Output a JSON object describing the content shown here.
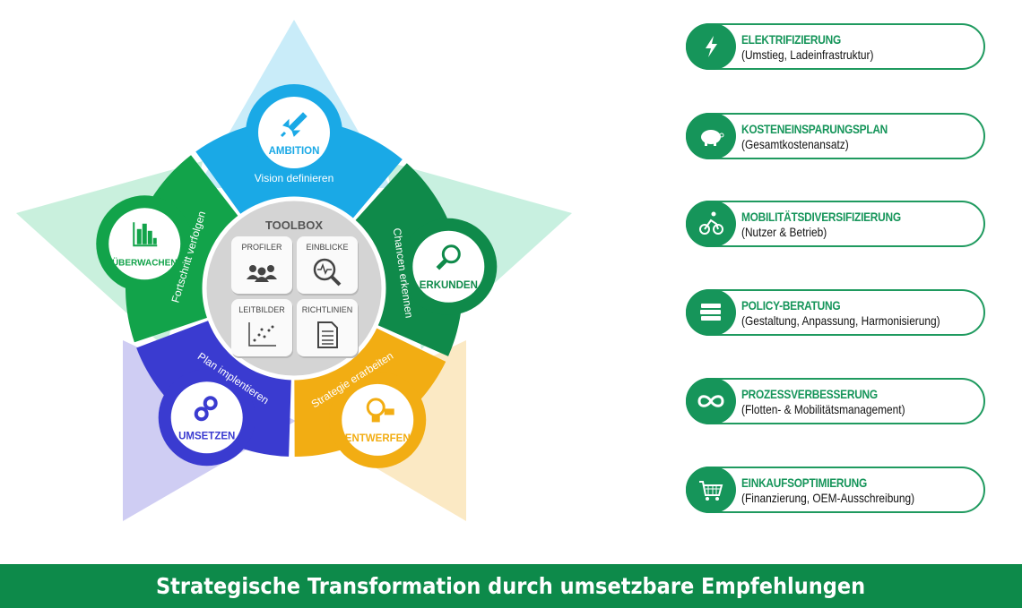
{
  "colors": {
    "ambition": "#1aa9e6",
    "erkunden": "#0f8a4a",
    "entwerfen": "#f2ad13",
    "umsetzen": "#3a3bd0",
    "ueberwachen": "#12a34a",
    "brand_green": "#16955a",
    "band": "#0d8a4a"
  },
  "cycle": {
    "toolbox": {
      "title": "TOOLBOX",
      "tiles": [
        {
          "label": "PROFILER",
          "icon": "people-group-icon"
        },
        {
          "label": "EINBLICKE",
          "icon": "magnifier-pulse-icon"
        },
        {
          "label": "LEITBILDER",
          "icon": "scatter-plot-icon"
        },
        {
          "label": "RICHTLINIEN",
          "icon": "document-icon"
        }
      ]
    },
    "stages": [
      {
        "name": "AMBITION",
        "action": "Vision definieren",
        "icon": "rocket-icon"
      },
      {
        "name": "ERKUNDEN",
        "action": "Chancen erkennen",
        "icon": "magnifier-icon"
      },
      {
        "name": "ENTWERFEN",
        "action": "Strategie erarbeiten",
        "icon": "lightbulb-icon"
      },
      {
        "name": "UMSETZEN",
        "action": "Plan implentieren",
        "icon": "gears-icon"
      },
      {
        "name": "ÜBERWACHEN",
        "action": "Fortschritt verfolgen",
        "icon": "bar-chart-icon"
      }
    ]
  },
  "services": [
    {
      "title": "ELEKTRIFIZIERUNG",
      "subtitle": "(Umstieg, Ladeinfrastruktur)",
      "icon": "lightning-icon"
    },
    {
      "title": "KOSTENEINSPARUNGSPLAN",
      "subtitle": "(Gesamtkostenansatz)",
      "icon": "piggy-bank-icon"
    },
    {
      "title": "MOBILITÄTSDIVERSIFIZIERUNG",
      "subtitle": "(Nutzer & Betrieb)",
      "icon": "cyclist-icon"
    },
    {
      "title": "POLICY-BERATUNG",
      "subtitle": "(Gestaltung, Anpassung, Harmonisierung)",
      "icon": "books-icon"
    },
    {
      "title": "PROZESSVERBESSERUNG",
      "subtitle": "(Flotten- & Mobilitätsmanagement)",
      "icon": "infinity-icon"
    },
    {
      "title": "EINKAUFSOPTIMIERUNG",
      "subtitle": "(Finanzierung, OEM-Ausschreibung)",
      "icon": "shopping-cart-icon"
    }
  ],
  "footer": {
    "text": "Strategische Transformation durch umsetzbare Empfehlungen"
  }
}
